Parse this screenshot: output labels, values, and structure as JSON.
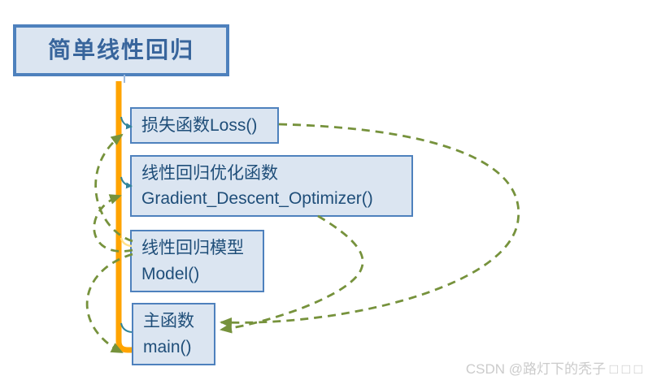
{
  "diagram": {
    "title": {
      "label": "简单线性回归"
    },
    "nodes": [
      {
        "id": "loss",
        "label": "损失函数Loss()"
      },
      {
        "id": "optimizer",
        "line1": "线性回归优化函数",
        "line2": "Gradient_Descent_Optimizer()"
      },
      {
        "id": "model",
        "line1": "线性回归模型",
        "line2": "Model()"
      },
      {
        "id": "main",
        "line1": "主函数",
        "line2": "main()"
      }
    ],
    "edges": [
      {
        "from": "title",
        "to": "loss",
        "style": "trunk-connector"
      },
      {
        "from": "title",
        "to": "optimizer",
        "style": "trunk-connector"
      },
      {
        "from": "title",
        "to": "model",
        "style": "trunk-connector"
      },
      {
        "from": "title",
        "to": "main",
        "style": "trunk-connector"
      },
      {
        "from": "model",
        "to": "loss",
        "style": "dashed-arrow"
      },
      {
        "from": "model",
        "to": "optimizer",
        "style": "dashed-arrow"
      },
      {
        "from": "model",
        "to": "main",
        "style": "dashed-arrow"
      },
      {
        "from": "loss",
        "to": "main",
        "style": "dashed-arrow"
      },
      {
        "from": "optimizer",
        "to": "main",
        "style": "dashed-arrow"
      }
    ],
    "colors": {
      "box_border": "#4E81BD",
      "box_fill": "#DBE5F1",
      "box_text": "#1F4E79",
      "title_text": "#38659C",
      "trunk_orange": "#FFA400",
      "connector_teal": "#31859B",
      "connector_yellow": "#FFE18A",
      "arrow_olive": "#76923C",
      "watermark_gray": "#CBCBCB"
    },
    "watermark": "CSDN @路灯下的秃子 □ □ □"
  }
}
